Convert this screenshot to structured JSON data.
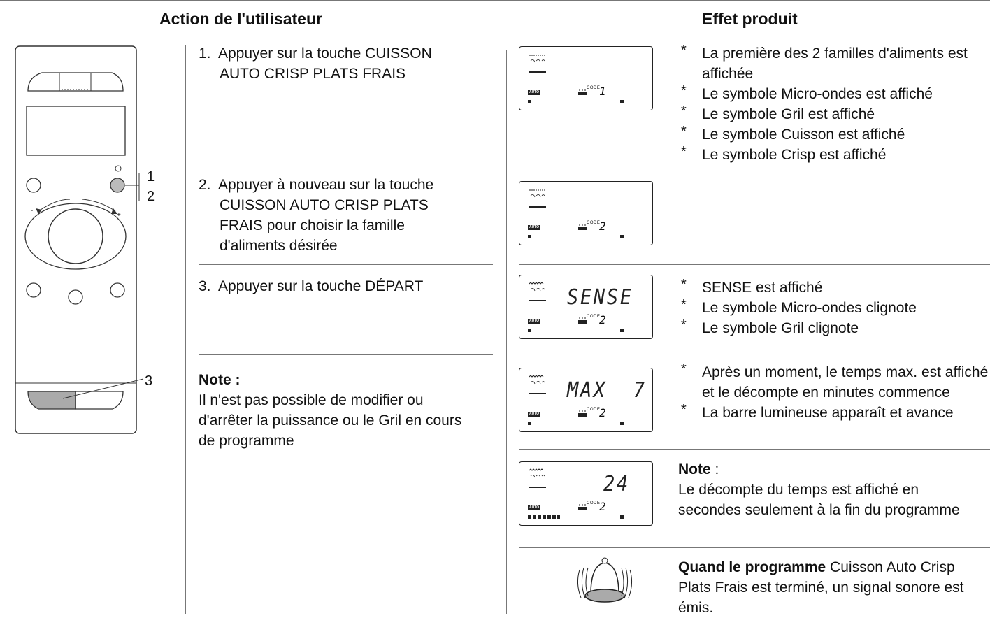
{
  "header": {
    "left": "Action de l'utilisateur",
    "right": "Effet produit"
  },
  "panel": {
    "callouts": [
      "1",
      "2",
      "3"
    ],
    "knob_minus": "-",
    "knob_plus": "+"
  },
  "steps": [
    {
      "num": "1.",
      "first": "Appuyer sur la touche CUISSON",
      "rest": "AUTO CRISP PLATS FRAIS"
    },
    {
      "num": "2.",
      "first": "Appuyer à nouveau sur la touche",
      "rest": "CUISSON AUTO CRISP PLATS FRAIS pour choisir la famille d'aliments désirée"
    },
    {
      "num": "3.",
      "first": "Appuyer sur la touche DÉPART",
      "rest": ""
    }
  ],
  "left_note": {
    "title": "Note :",
    "text": "Il n'est pas possible de modifier ou d'arrêter la puissance ou le Gril en cours de programme"
  },
  "displays": [
    {
      "main": "",
      "code": "1"
    },
    {
      "main": "",
      "code": "2"
    },
    {
      "main": "SENSE",
      "code": "2"
    },
    {
      "main": "MAX  7",
      "code": "2"
    },
    {
      "main": "24",
      "code": "2"
    }
  ],
  "lcd_labels": {
    "auto": "AUTO",
    "code": "CODE"
  },
  "effects": {
    "group1": [
      "La première des 2 familles d'aliments est affichée",
      "Le symbole Micro-ondes est affiché",
      "Le symbole Gril est affiché",
      "Le symbole Cuisson est affiché",
      "Le symbole Crisp est affiché"
    ],
    "group2": [
      "SENSE est affiché",
      "Le symbole Micro-ondes clignote",
      "Le symbole Gril clignote"
    ],
    "group3": [
      "Après un moment, le temps max. est affiché et le décompte en minutes commence",
      "La barre lumineuse apparaît et avance"
    ],
    "bullet": "*"
  },
  "right_note": {
    "title": "Note",
    "colon": " :",
    "text": "Le décompte du temps est affiché en secondes seulement à la fin du programme"
  },
  "final": {
    "bold": "Quand le programme",
    "text": " Cuisson Auto Crisp Plats Frais est terminé, un signal sonore est émis."
  }
}
